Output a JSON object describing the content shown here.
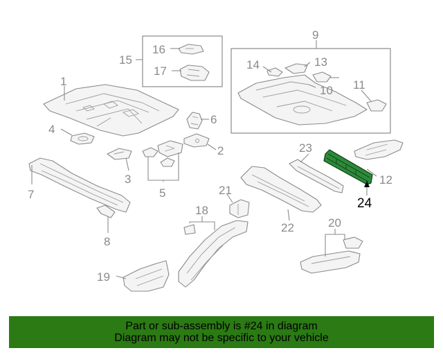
{
  "callouts": {
    "c1": "1",
    "c2": "2",
    "c3": "3",
    "c4": "4",
    "c5": "5",
    "c6": "6",
    "c7": "7",
    "c8": "8",
    "c9": "9",
    "c10": "10",
    "c11": "11",
    "c12": "12",
    "c13": "13",
    "c14": "14",
    "c15": "15",
    "c16": "16",
    "c17": "17",
    "c18": "18",
    "c19": "19",
    "c20": "20",
    "c21": "21",
    "c22": "22",
    "c23": "23",
    "c24": "24"
  },
  "highlighted_part": "24",
  "colors": {
    "highlight_fill": "#2d8a3a",
    "footer_background": "#2b7a14",
    "line_gray": "#8a8a8a"
  },
  "footer": {
    "line1": "Part or sub-assembly is #24 in diagram",
    "line2": "Diagram may not be specific to your vehicle"
  }
}
